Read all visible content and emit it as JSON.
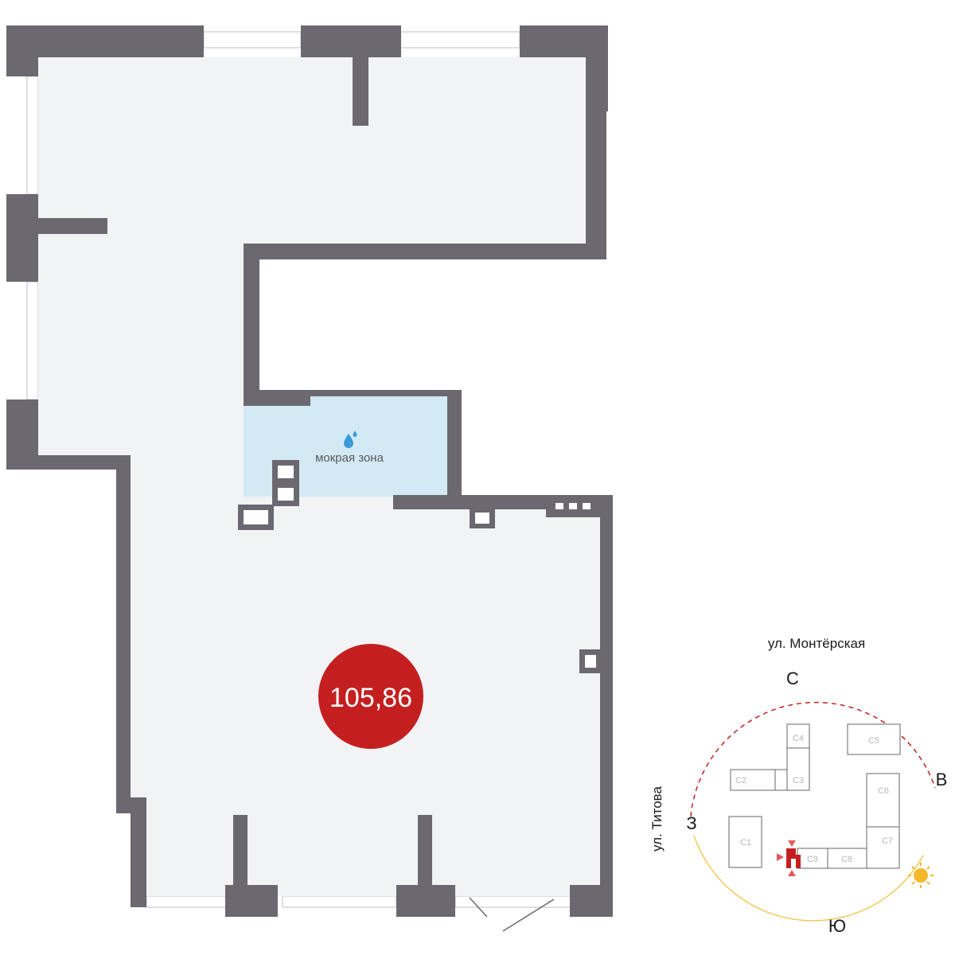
{
  "plan": {
    "area": "105,86",
    "wet_zone_label": "мокрая зона",
    "wet_zone_icon": "water-drop-icon",
    "colors": {
      "wall": "#6b6870",
      "floor": "#f1f3f5",
      "wet_zone": "#d3e9f4",
      "wet_icon": "#3a9ad9",
      "area_badge": "#c41f1f",
      "window": "#d2d4d7"
    }
  },
  "orientation": {
    "street_north": "ул. Монтёрская",
    "street_west": "ул. Титова",
    "directions": {
      "north": "С",
      "east": "В",
      "south": "Ю",
      "west": "З"
    },
    "sun_icon": "sun-icon",
    "buildings": [
      "С1",
      "С2",
      "С3",
      "С4",
      "С5",
      "С6",
      "С7",
      "С8",
      "С9"
    ],
    "colors": {
      "dashed_arc": "#c41f1f",
      "sun_arc": "#f3c85a",
      "sun": "#f3b82a",
      "building_outline": "#666666",
      "building_text": "#b5b5b5",
      "marker": "#c41f1f"
    }
  }
}
